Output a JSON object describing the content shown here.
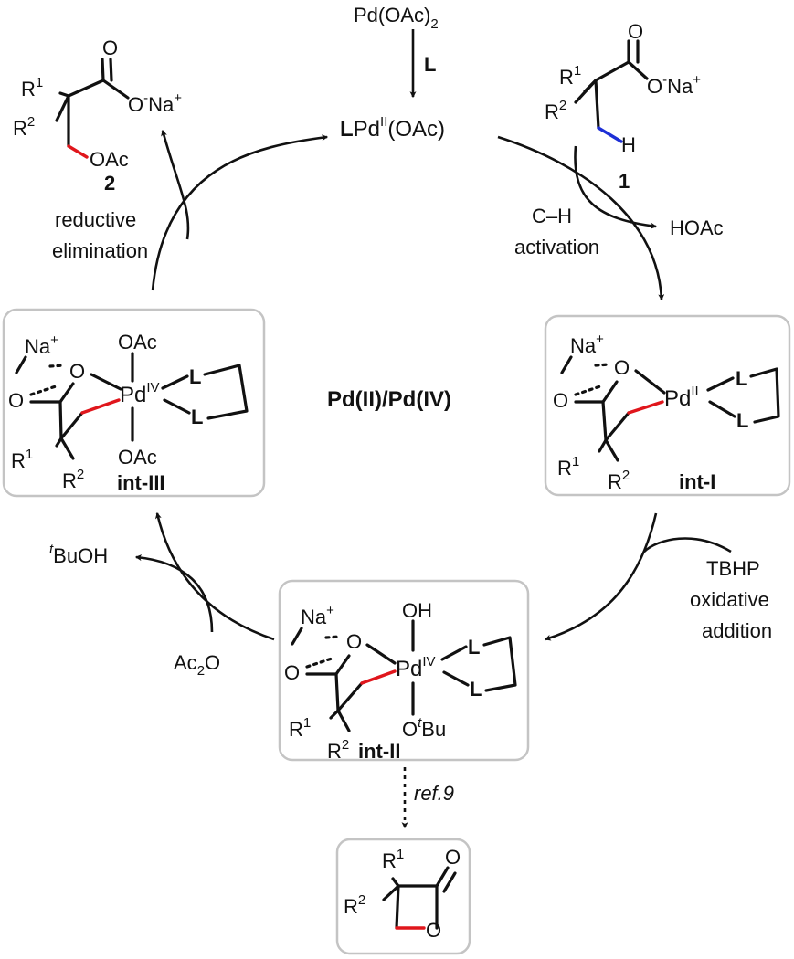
{
  "center_label": "Pd(II)/Pd(IV)",
  "catalyst": {
    "precursor_base": "Pd(OAc)",
    "precursor_sub": "2",
    "ligand_label": "L",
    "active_L": "L",
    "active_pd": "Pd",
    "active_ox": "II",
    "active_rest": "(OAc)"
  },
  "substrate_1": {
    "r1": "R",
    "r1_sup": "1",
    "r2": "R",
    "r2_sup": "2",
    "carboxylate": "O",
    "carboxylate_sup": "-",
    "counterion": "Na",
    "counterion_sup": "+",
    "carbonyl_o": "O",
    "h": "H",
    "number": "1"
  },
  "product_2": {
    "r1": "R",
    "r1_sup": "1",
    "r2": "R",
    "r2_sup": "2",
    "carboxylate": "O",
    "carboxylate_sup": "-",
    "counterion": "Na",
    "counterion_sup": "+",
    "carbonyl_o": "O",
    "oac": "OAc",
    "number": "2"
  },
  "steps": {
    "ch_activation_1": "C–H",
    "ch_activation_2": "activation",
    "hoac": "HOAc",
    "oxidant": "TBHP",
    "oxidative_1": "oxidative",
    "oxidative_2": "addition",
    "reductive_1": "reductive",
    "reductive_2": "elimination",
    "tbuoh_t": "t",
    "tbuoh": "BuOH",
    "ac2o_a": "Ac",
    "ac2o_sub": "2",
    "ac2o_b": "O",
    "ref": "ref.9"
  },
  "int_I": {
    "name": "int-I",
    "na": "Na",
    "na_sup": "+",
    "o1": "O",
    "o2": "O",
    "pd": "Pd",
    "pd_ox": "II",
    "l1": "L",
    "l2": "L",
    "r1": "R",
    "r1_sup": "1",
    "r2": "R",
    "r2_sup": "2"
  },
  "int_II": {
    "name": "int-II",
    "na": "Na",
    "na_sup": "+",
    "o1": "O",
    "o2": "O",
    "pd": "Pd",
    "pd_ox": "IV",
    "oh": "OH",
    "otbu_o": "O",
    "otbu_t": "t",
    "otbu_bu": "Bu",
    "l1": "L",
    "l2": "L",
    "r1": "R",
    "r1_sup": "1",
    "r2": "R",
    "r2_sup": "2"
  },
  "int_III": {
    "name": "int-III",
    "na": "Na",
    "na_sup": "+",
    "o1": "O",
    "o2": "O",
    "pd": "Pd",
    "pd_ox": "IV",
    "oac_top": "OAc",
    "oac_bottom": "OAc",
    "l1": "L",
    "l2": "L",
    "r1": "R",
    "r1_sup": "1",
    "r2": "R",
    "r2_sup": "2"
  },
  "lactone": {
    "r1": "R",
    "r1_sup": "1",
    "r2": "R",
    "r2_sup": "2",
    "o_carbonyl": "O",
    "o_ring": "O"
  },
  "colors": {
    "new_bond": "#e0161c",
    "ch_bond": "#1d2fd6",
    "box_border": "#c4c4c4"
  }
}
